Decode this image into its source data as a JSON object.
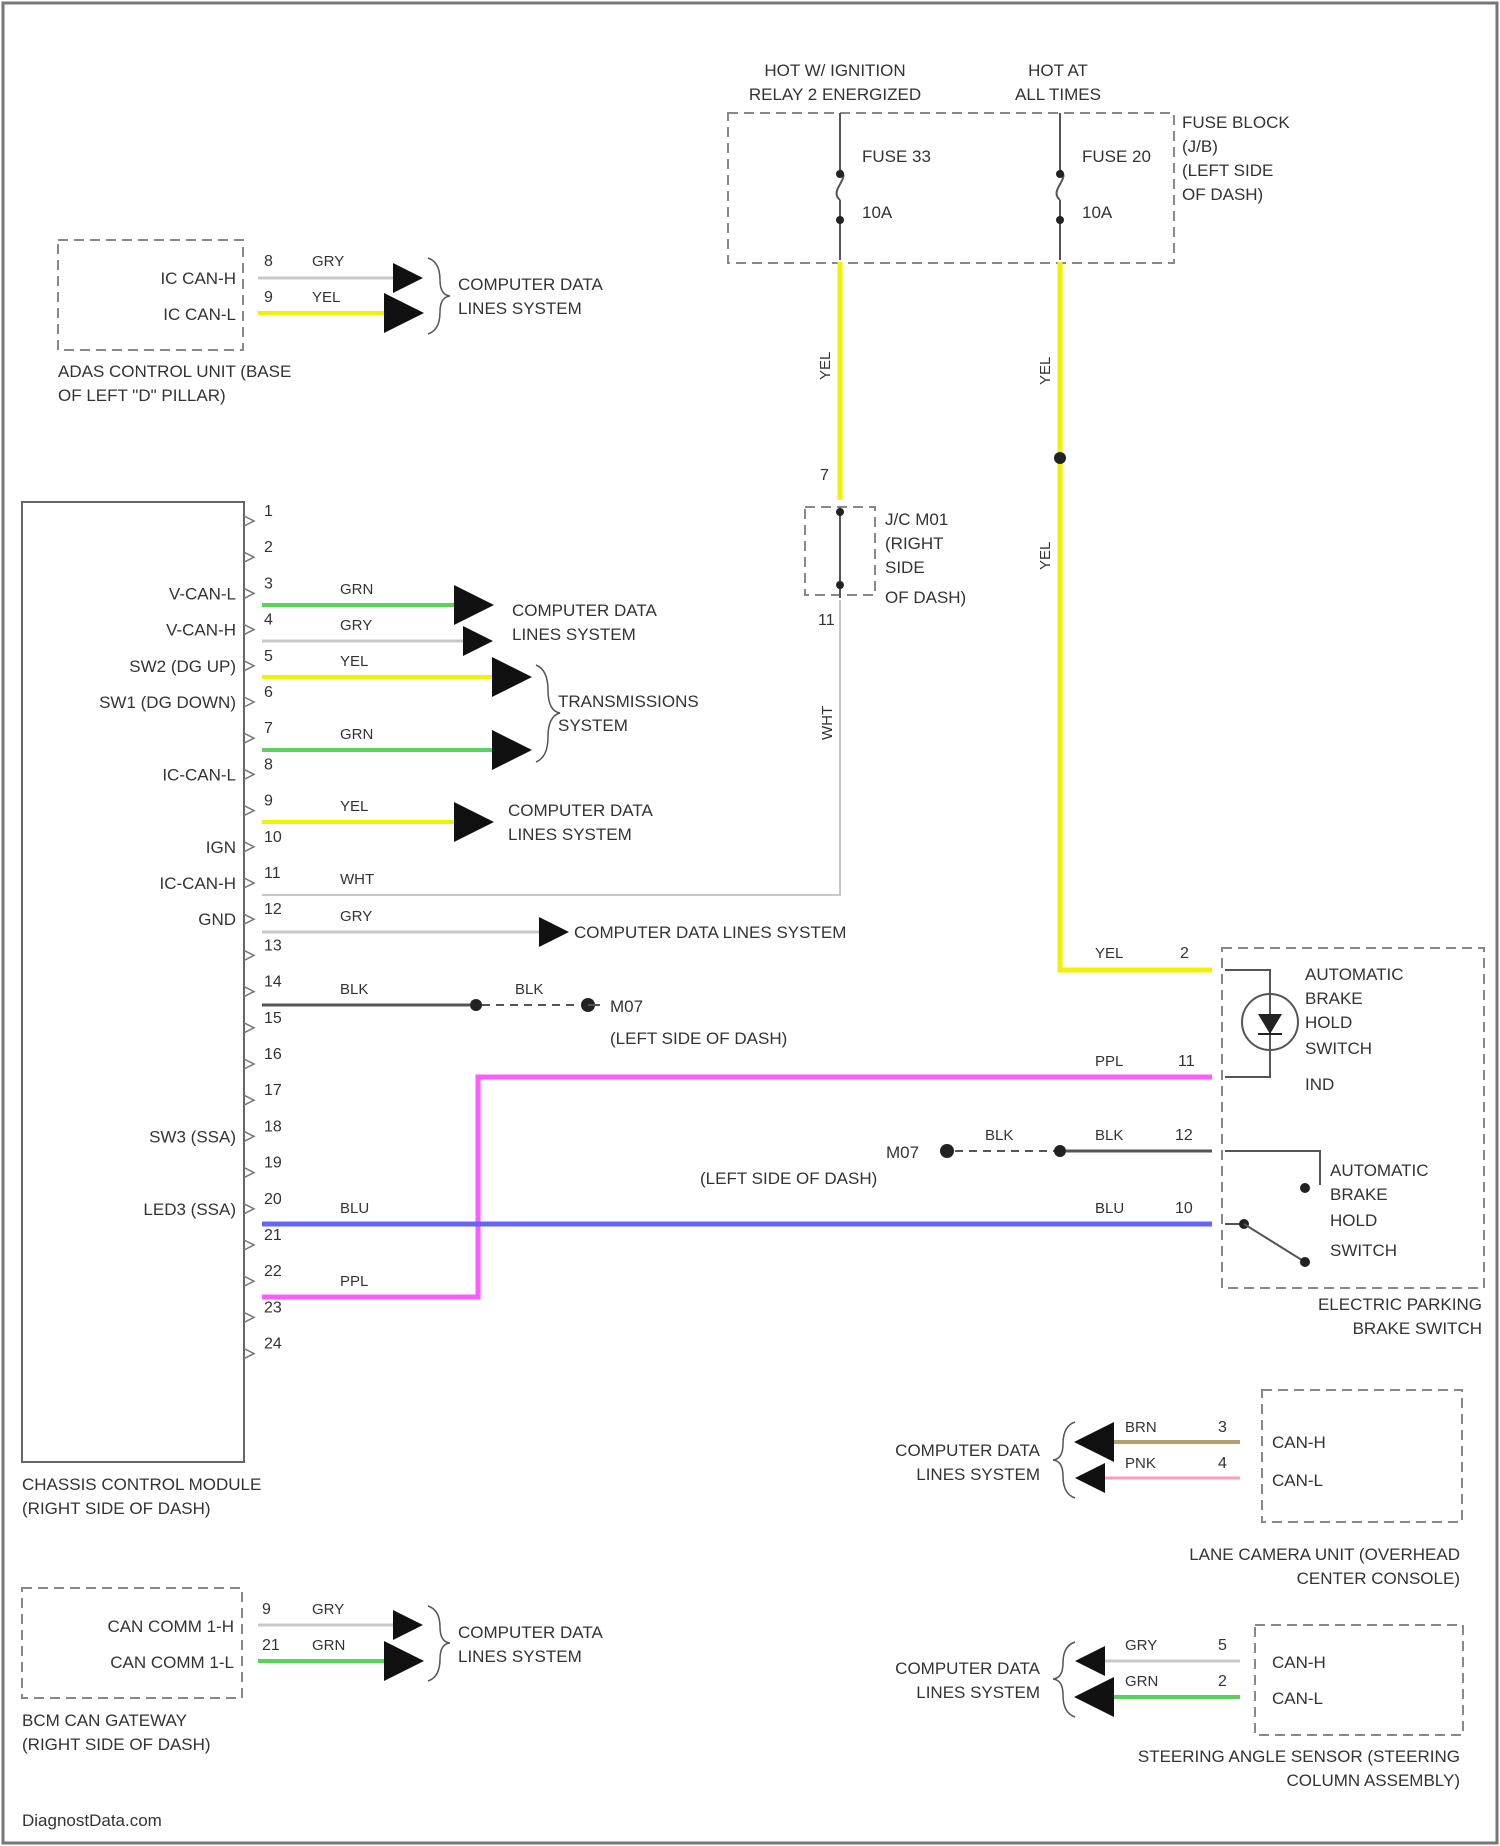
{
  "fuse_block": {
    "hot_ignition": [
      "HOT W/ IGNITION",
      "RELAY 2 ENERGIZED"
    ],
    "hot_all_times": [
      "HOT AT",
      "ALL TIMES"
    ],
    "name": [
      "FUSE BLOCK",
      "(J/B)",
      "(LEFT SIDE",
      "OF DASH)"
    ],
    "fuse_a": {
      "label": "FUSE 33",
      "rating": "10A"
    },
    "fuse_b": {
      "label": "FUSE 20",
      "rating": "10A"
    }
  },
  "jc": {
    "name": [
      "J/C M01",
      "(RIGHT",
      "SIDE",
      "OF DASH)"
    ],
    "pin_top": "7",
    "pin_bottom": "11"
  },
  "adas": {
    "name": [
      "ADAS CONTROL UNIT (BASE",
      "OF LEFT \"D\" PILLAR)"
    ],
    "pins": [
      {
        "label": "IC CAN-H",
        "num": "8",
        "color": "GRY"
      },
      {
        "label": "IC CAN-L",
        "num": "9",
        "color": "YEL"
      }
    ],
    "dest": [
      "COMPUTER DATA",
      "LINES SYSTEM"
    ]
  },
  "ccm": {
    "name": [
      "CHASSIS CONTROL MODULE",
      "(RIGHT SIDE OF DASH)"
    ],
    "pin_numbers": [
      "1",
      "2",
      "3",
      "4",
      "5",
      "6",
      "7",
      "8",
      "9",
      "10",
      "11",
      "12",
      "13",
      "14",
      "15",
      "16",
      "17",
      "18",
      "19",
      "20",
      "21",
      "22",
      "23",
      "24"
    ],
    "signals": [
      {
        "label": "V-CAN-L",
        "pin": "3",
        "color": "GRN"
      },
      {
        "label": "V-CAN-H",
        "pin": "4",
        "color": "GRY"
      },
      {
        "label": "SW2 (DG UP)",
        "pin": "5",
        "color": "YEL"
      },
      {
        "label": "SW1 (DG DOWN)",
        "pin": "6",
        "color": "GRN"
      },
      {
        "label": "IC-CAN-L",
        "pin": "8",
        "color": "YEL"
      },
      {
        "label": "IGN",
        "pin": "10",
        "color": "WHT"
      },
      {
        "label": "IC-CAN-H",
        "pin": "11",
        "color": "GRY"
      },
      {
        "label": "GND",
        "pin": "12",
        "color": "BLK"
      },
      {
        "label": "SW3 (SSA)",
        "pin": "18",
        "color": "BLU"
      },
      {
        "label": "LED3 (SSA)",
        "pin": "20",
        "color": "PPL"
      }
    ]
  },
  "destinations": {
    "cdl": [
      "COMPUTER DATA",
      "LINES SYSTEM"
    ],
    "trans": [
      "TRANSMISSIONS",
      "SYSTEM"
    ],
    "cdl_one_line": "COMPUTER DATA LINES SYSTEM"
  },
  "wires": {
    "yel": "YEL",
    "blk": "BLK",
    "wht": "WHT",
    "ppl": "PPL",
    "blu": "BLU",
    "grn": "GRN",
    "gry": "GRY",
    "brn": "BRN",
    "pnk": "PNK",
    "pin_a": "22",
    "pin_b": "4"
  },
  "ground": {
    "id": "M07",
    "location": "(LEFT SIDE OF DASH)"
  },
  "epb": {
    "name": [
      "ELECTRIC PARKING",
      "BRAKE SWITCH"
    ],
    "ind": [
      "AUTOMATIC",
      "BRAKE",
      "HOLD",
      "SWITCH",
      "IND"
    ],
    "sw": [
      "AUTOMATIC",
      "BRAKE",
      "HOLD",
      "SWITCH"
    ],
    "pins": {
      "yel": "2",
      "ppl": "11",
      "blk": "12",
      "blu": "10"
    }
  },
  "lane_cam": {
    "name": [
      "LANE CAMERA UNIT (OVERHEAD",
      "CENTER CONSOLE)"
    ],
    "pins": [
      {
        "label": "CAN-H",
        "num": "3",
        "color": "BRN"
      },
      {
        "label": "CAN-L",
        "num": "4",
        "color": "PNK"
      }
    ]
  },
  "bcm": {
    "name": [
      "BCM CAN GATEWAY",
      "(RIGHT SIDE OF DASH)"
    ],
    "pins": [
      {
        "label": "CAN COMM 1-H",
        "num": "9",
        "color": "GRY"
      },
      {
        "label": "CAN COMM 1-L",
        "num": "21",
        "color": "GRN"
      }
    ]
  },
  "steer": {
    "name": [
      "STEERING ANGLE SENSOR (STEERING",
      "COLUMN ASSEMBLY)"
    ],
    "pins": [
      {
        "label": "CAN-H",
        "num": "5",
        "color": "GRY"
      },
      {
        "label": "CAN-L",
        "num": "2",
        "color": "GRN"
      }
    ]
  },
  "watermark": "DiagnostData.com",
  "colors": {
    "yellow": "#f2f200",
    "green": "#5cd05c",
    "blue": "#6464ff",
    "magenta": "#ff5cff",
    "gray": "#b4b4b4",
    "brown": "#b4a070",
    "pink": "#ff9eb4",
    "black": "#444444"
  }
}
